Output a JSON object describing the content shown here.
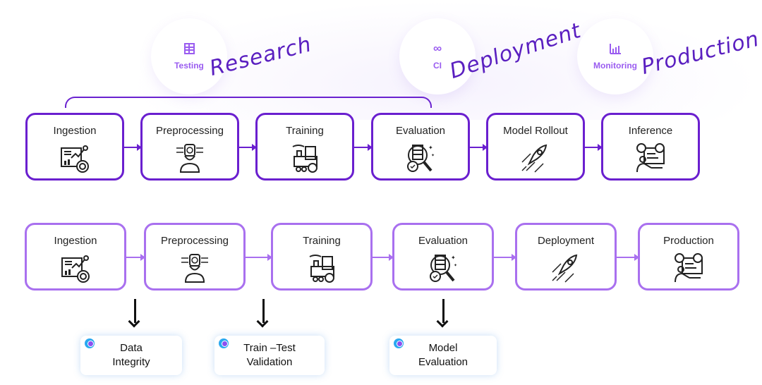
{
  "stage_circles": [
    {
      "icon": "test-table-icon",
      "glyph": "⊞",
      "label": "Testing"
    },
    {
      "icon": "infinity-icon",
      "glyph": "∞",
      "label": "CI"
    },
    {
      "icon": "bar-chart-icon",
      "glyph": "📊",
      "label": "Monitoring"
    }
  ],
  "handwritten_labels": [
    "Research",
    "Deployment",
    "Production"
  ],
  "top_pipeline": [
    {
      "label": "Ingestion",
      "icon": "data-dashboard-icon"
    },
    {
      "label": "Preprocessing",
      "icon": "ai-brain-person-icon"
    },
    {
      "label": "Training",
      "icon": "train-locomotive-icon"
    },
    {
      "label": "Evaluation",
      "icon": "server-magnifier-icon"
    },
    {
      "label": "Model Rollout",
      "icon": "rocket-icon"
    },
    {
      "label": "Inference",
      "icon": "monitor-operator-icon"
    }
  ],
  "bottom_pipeline": [
    {
      "label": "Ingestion",
      "icon": "data-dashboard-icon"
    },
    {
      "label": "Preprocessing",
      "icon": "ai-brain-person-icon"
    },
    {
      "label": "Training",
      "icon": "train-locomotive-icon"
    },
    {
      "label": "Evaluation",
      "icon": "server-magnifier-icon"
    },
    {
      "label": "Deployment",
      "icon": "rocket-icon"
    },
    {
      "label": "Production",
      "icon": "monitor-operator-icon"
    }
  ],
  "checks": [
    {
      "line1": "Data",
      "line2": "Integrity"
    },
    {
      "line1": "Train –Test",
      "line2": "Validation"
    },
    {
      "line1": "Model",
      "line2": "Evaluation"
    }
  ],
  "colors": {
    "primary_dark": "#6a1fcf",
    "primary_light": "#a970ef",
    "handwriting": "#5a1fc0",
    "circle_text": "#9a5cf0"
  }
}
